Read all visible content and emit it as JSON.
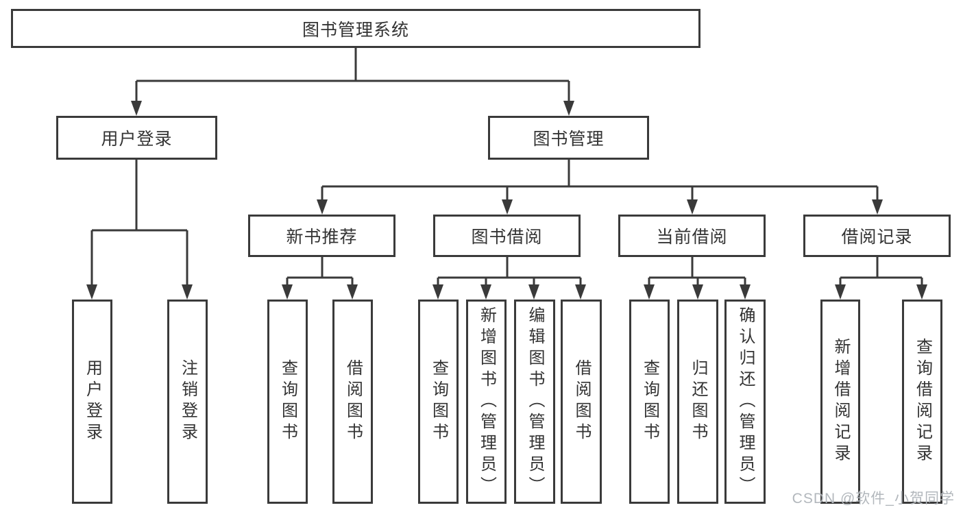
{
  "colors": {
    "line": "#3a3a3a",
    "text": "#333333",
    "watermark": "#b2b7bc",
    "background": "#ffffff"
  },
  "tree": {
    "root": {
      "label": "图书管理系统",
      "children": [
        {
          "label": "用户登录",
          "children": [
            {
              "label": "用户登录"
            },
            {
              "label": "注销登录"
            }
          ]
        },
        {
          "label": "图书管理",
          "children": [
            {
              "label": "新书推荐",
              "children": [
                {
                  "label": "查询图书"
                },
                {
                  "label": "借阅图书"
                }
              ]
            },
            {
              "label": "图书借阅",
              "children": [
                {
                  "label": "查询图书"
                },
                {
                  "label": "新增图书（管理员）"
                },
                {
                  "label": "编辑图书（管理员）"
                },
                {
                  "label": "借阅图书"
                }
              ]
            },
            {
              "label": "当前借阅",
              "children": [
                {
                  "label": "查询图书"
                },
                {
                  "label": "归还图书"
                },
                {
                  "label": "确认归还（管理员）"
                }
              ]
            },
            {
              "label": "借阅记录",
              "children": [
                {
                  "label": "新增借阅记录"
                },
                {
                  "label": "查询借阅记录"
                }
              ]
            }
          ]
        }
      ]
    }
  },
  "watermark": {
    "text": "CSDN @软件_小贺同学"
  }
}
